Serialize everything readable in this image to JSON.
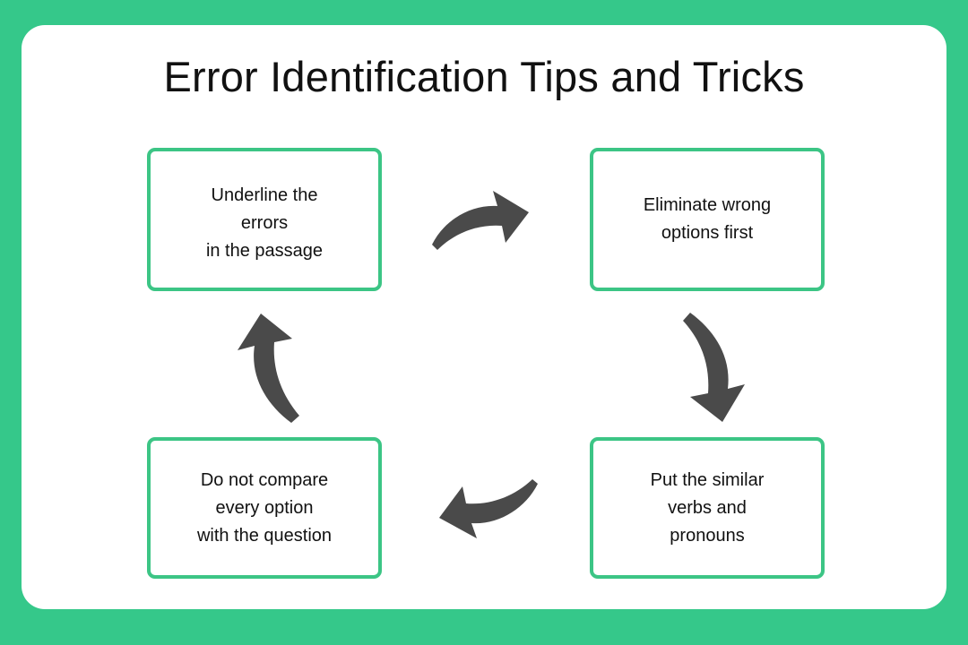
{
  "page": {
    "title": "Error Identification Tips and Tricks",
    "background_color": "#35c88a",
    "card_color": "#ffffff",
    "accent_color": "#3cc585",
    "arrow_color": "#4a4a4a",
    "text_color": "#111111"
  },
  "cycle": {
    "steps": [
      {
        "index": 1,
        "text": "Underline the\nerrors\nin the passage"
      },
      {
        "index": 2,
        "text": "Eliminate wrong\noptions first"
      },
      {
        "index": 3,
        "text": "Put the similar\nverbs and\npronouns"
      },
      {
        "index": 4,
        "text": "Do not compare\nevery option\nwith the question"
      }
    ],
    "arrows": [
      {
        "name": "arrow-right-top",
        "direction": "right",
        "from": 1,
        "to": 2
      },
      {
        "name": "arrow-down-right",
        "direction": "down",
        "from": 2,
        "to": 3
      },
      {
        "name": "arrow-left-bottom",
        "direction": "left",
        "from": 3,
        "to": 4
      },
      {
        "name": "arrow-up-left",
        "direction": "up",
        "from": 4,
        "to": 1
      }
    ]
  }
}
